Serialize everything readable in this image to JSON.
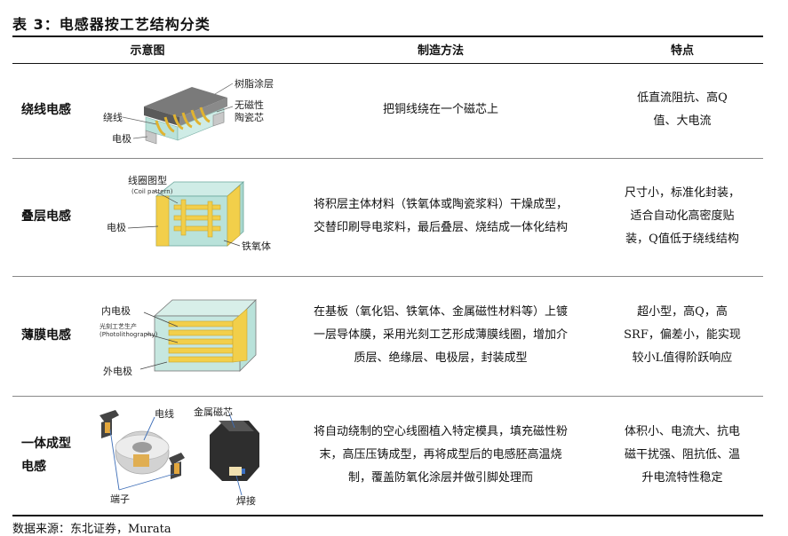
{
  "title": "表 3：电感器按工艺结构分类",
  "headers": [
    "示意图",
    "制造方法",
    "特点"
  ],
  "rows": [
    {
      "name": [
        "绕线电感"
      ],
      "method": [
        "把铜线绕在一个磁芯上"
      ],
      "features": [
        "低直流阻抗、高Q",
        "值、大电流"
      ],
      "fig_labels": {
        "resin": "树脂涂层",
        "wire": "绕线",
        "core1": "无磁性",
        "core2": "陶瓷芯",
        "electrode": "电极"
      }
    },
    {
      "name": [
        "叠层电感"
      ],
      "method": [
        "将积层主体材料（铁氧体或陶瓷浆料）干燥成型，",
        "交替印刷导电浆料，最后叠层、烧结成一体化结构"
      ],
      "features": [
        "尺寸小，标准化封装，",
        "适合自动化高密度贴",
        "装，Q值低于绕线结构"
      ],
      "fig_labels": {
        "coil": "线圈图型",
        "coil_en": "(Coil pattern)",
        "electrode": "电极",
        "ferrite": "铁氧体"
      }
    },
    {
      "name": [
        "薄膜电感"
      ],
      "method": [
        "在基板（氧化铝、铁氧体、金属磁性材料等）上镀",
        "一层导体膜，采用光刻工艺形成薄膜线圈，增加介",
        "质层、绝缘层、电极层，封装成型"
      ],
      "features": [
        "超小型，高Q，高",
        "SRF，偏差小，能实现",
        "较小L值得阶跃响应"
      ],
      "fig_labels": {
        "inner": "内电极",
        "process": "光刻工艺生产",
        "process_en": "(Photolithography)",
        "outer": "外电极"
      }
    },
    {
      "name": [
        "一体成型",
        "电感"
      ],
      "method": [
        "将自动绕制的空心线圈植入特定模具，填充磁性粉",
        "末，高压压铸成型，再将成型后的电感胚高温烧",
        "制，覆盖防氧化涂层并做引脚处理而"
      ],
      "features": [
        "体积小、电流大、抗电",
        "磁干扰强、阻抗低、温",
        "升电流特性稳定"
      ],
      "fig_labels": {
        "wire": "电线",
        "metal": "金属磁芯",
        "terminal": "端子",
        "weld": "焊接"
      }
    }
  ],
  "source": "数据来源：东北证券，Murata",
  "colors": {
    "mint": "#b9e2da",
    "gold": "#f2cf4a",
    "grey": "#9a9a9a"
  }
}
